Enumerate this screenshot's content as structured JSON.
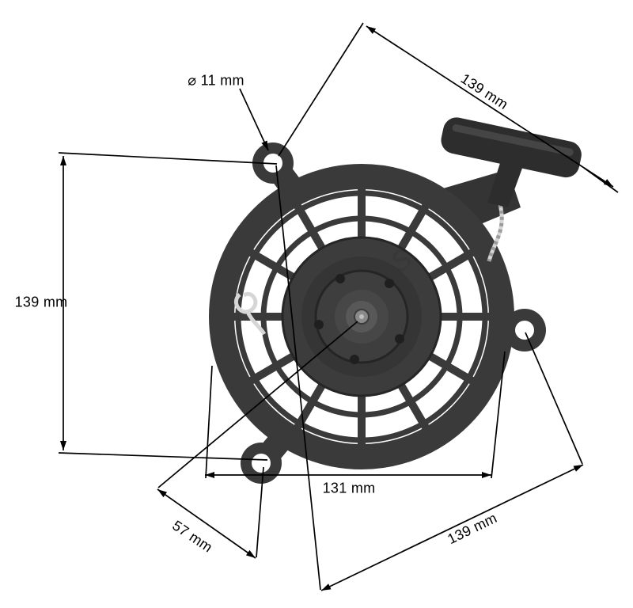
{
  "figure": {
    "background": "#ffffff",
    "line_color": "#000000",
    "part_color": "#3a3a3a",
    "part_dark": "#2d2d2d",
    "rope_color": "#d6d6d6",
    "watermark": "s."
  },
  "labels": {
    "hole_diameter": "⌀ 11 mm",
    "top_diagonal": "139 mm",
    "left_vertical": "139 mm",
    "bottom_width": "131 mm",
    "bottom_left_diagonal": "57 mm",
    "bottom_right_diagonal": "139 mm"
  }
}
